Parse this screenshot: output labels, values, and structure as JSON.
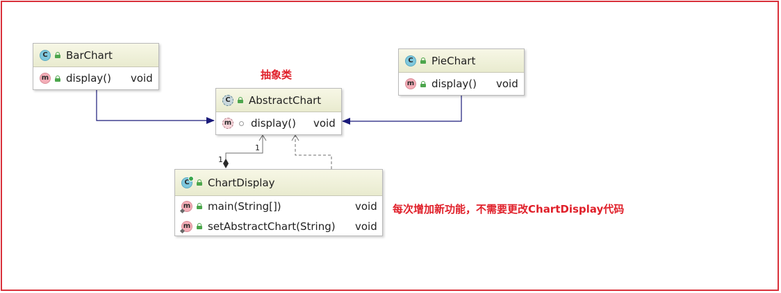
{
  "diagram": {
    "abstract_label": "抽象类",
    "note": "每次增加新功能，不需要更改ChartDisplay代码",
    "classes": {
      "bar_chart": {
        "name": "BarChart",
        "class_icon": "C",
        "methods": [
          {
            "icon": "m",
            "name": "display()",
            "return": "void"
          }
        ]
      },
      "pie_chart": {
        "name": "PieChart",
        "class_icon": "C",
        "methods": [
          {
            "icon": "m",
            "name": "display()",
            "return": "void"
          }
        ]
      },
      "abstract_chart": {
        "name": "AbstractChart",
        "class_icon": "C",
        "methods": [
          {
            "icon": "m",
            "name": "display()",
            "return": "void"
          }
        ]
      },
      "chart_display": {
        "name": "ChartDisplay",
        "class_icon": "C",
        "methods": [
          {
            "icon": "m",
            "name": "main(String[])",
            "return": "void"
          },
          {
            "icon": "m",
            "name": "setAbstractChart(String)",
            "return": "void"
          }
        ]
      }
    },
    "multiplicity": {
      "source": "1",
      "target": "1"
    },
    "colors": {
      "generalization": "#1a1a7a",
      "dependency": "#6e6e6e",
      "aggregation": "#1f1f1f",
      "annotation": "#e0202a"
    }
  }
}
